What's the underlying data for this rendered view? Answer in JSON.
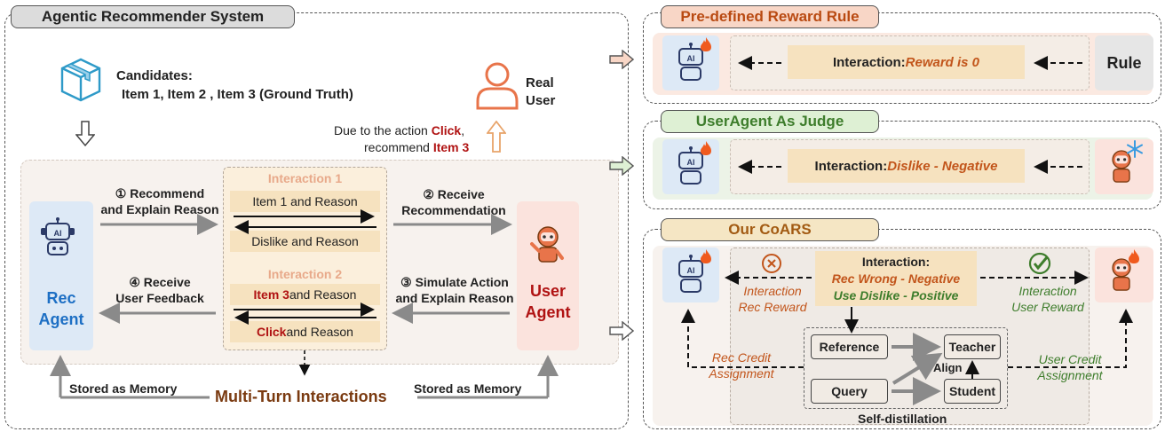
{
  "left": {
    "title": "Agentic Recommender System",
    "candidates_label": "Candidates:",
    "candidates_items": "Item 1, Item 2 , Item 3 (Ground Truth)",
    "real_user_line1": "Real",
    "real_user_line2": "User",
    "action_line1_pre": "Due to the action ",
    "action_line1_click": "Click",
    "action_line1_post": ",",
    "action_line2_pre": "recommend ",
    "action_line2_item": "Item 3",
    "step1_line1": "① Recommend",
    "step1_line2": "and Explain Reason",
    "step2_line1": "② Receive",
    "step2_line2": "Recommendation",
    "step3_line1": "③ Simulate Action",
    "step3_line2": "and Explain Reason",
    "step4_line1": "④ Receive",
    "step4_line2": "User Feedback",
    "rec_agent_line1": "Rec",
    "rec_agent_line2": "Agent",
    "user_agent_line1": "User",
    "user_agent_line2": "Agent",
    "interaction1_title": "Interaction 1",
    "interaction1_msg1": "Item 1 and Reason",
    "interaction1_msg2": "Dislike and Reason",
    "interaction2_title": "Interaction 2",
    "interaction2_msg1_item": "Item 3",
    "interaction2_msg1_rest": " and Reason",
    "interaction2_msg2_click": "Click",
    "interaction2_msg2_rest": " and Reason",
    "stored_left": "Stored as Memory",
    "stored_right": "Stored as Memory",
    "multi_turn": "Multi-Turn Interactions"
  },
  "panel1": {
    "title": "Pre-defined Reward Rule",
    "interaction_prefix": "Interaction: ",
    "interaction_value": "Reward is 0",
    "rule": "Rule"
  },
  "panel2": {
    "title": "UserAgent As Judge",
    "interaction_prefix": "Interaction: ",
    "interaction_value": "Dislike - Negative"
  },
  "panel3": {
    "title": "Our CoARS",
    "interaction_title": "Interaction:",
    "interaction_line1": "Rec Wrong - Negative",
    "interaction_line2": "Use Dislike - Positive",
    "rec_reward_line1": "Interaction",
    "rec_reward_line2": "Rec Reward",
    "user_reward_line1": "Interaction",
    "user_reward_line2": "User Reward",
    "rec_credit_line1": "Rec Credit",
    "rec_credit_line2": "Assignment",
    "user_credit_line1": "User Credit",
    "user_credit_line2": "Assignment",
    "reference": "Reference",
    "teacher": "Teacher",
    "query": "Query",
    "student": "Student",
    "align": "Align",
    "self_distillation": "Self-distillation"
  },
  "colors": {
    "orange_text": "#c2551b",
    "green_text": "#3e7d2c",
    "red_text": "#b01212",
    "blue_text": "#1d6fc4",
    "brown_text": "#7a3a10"
  }
}
